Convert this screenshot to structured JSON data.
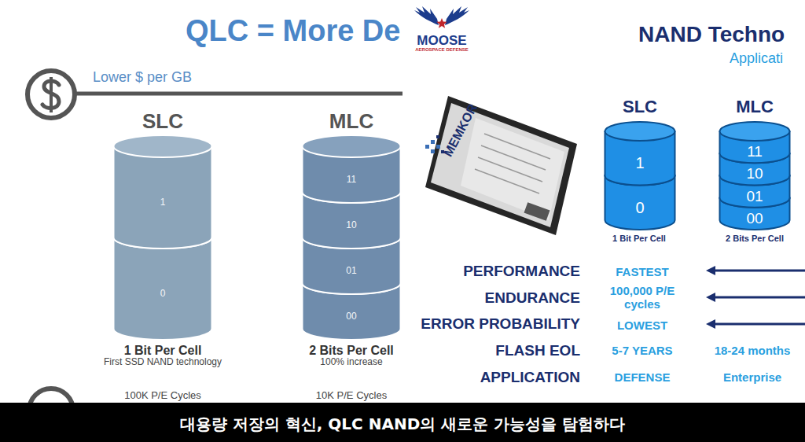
{
  "diagram": {
    "title": "QLC = More De",
    "caption": "대용량 저장의 혁신, QLC NAND의 새로운 가능성을 탐험하다",
    "nodes": [
      {
        "text": [
          "SLC",
          "1",
          "0"
        ]
      },
      {
        "text": [
          "MLC",
          "11",
          "10",
          "01",
          "00"
        ]
      },
      {
        "text": [
          "SLC",
          "1",
          "0"
        ]
      },
      {
        "text": [
          "MLC",
          "11",
          "10",
          "01",
          "00"
        ]
      }
    ],
    "labels": [
      "Lower $ per GB",
      "1 Bit Per Cell",
      "First SSD NAND technology",
      "100K P/E Cycles",
      "2 Bits Per Cell",
      "100% increase",
      "10K P/E Cycles",
      "MOOSE",
      "AEROSPACE DEFENSE",
      "MEMKOR",
      "NAND Techno",
      "Applicati",
      "1 Bit Per Cell",
      "2 Bits Per Cell",
      "PERFORMANCE",
      "ENDURANCE",
      "ERROR PROBABILITY",
      "FLASH EOL",
      "APPLICATION",
      "FASTEST",
      "100,000 P/E cycles",
      "LOWEST",
      "5-7 YEARS",
      "DEFENSE",
      "18-24 months",
      "Enterprise"
    ]
  }
}
